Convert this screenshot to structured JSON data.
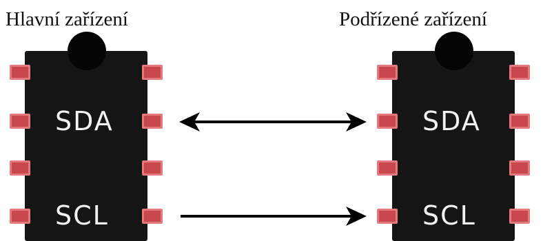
{
  "diagram": {
    "master": {
      "title": "Hlavní zařízení",
      "sda_label": "SDA",
      "scl_label": "SCL"
    },
    "slave": {
      "title": "Podřízené zařízení",
      "sda_label": "SDA",
      "scl_label": "SCL"
    },
    "connections": [
      {
        "signal": "SDA",
        "direction": "bidirectional"
      },
      {
        "signal": "SCL",
        "direction": "master-to-slave"
      }
    ],
    "colors": {
      "chip_body": "#151515",
      "pin_fill": "#c9484d",
      "pin_border": "#e47a7d",
      "label_text": "#f2f2f2",
      "arrow": "#000000"
    }
  }
}
